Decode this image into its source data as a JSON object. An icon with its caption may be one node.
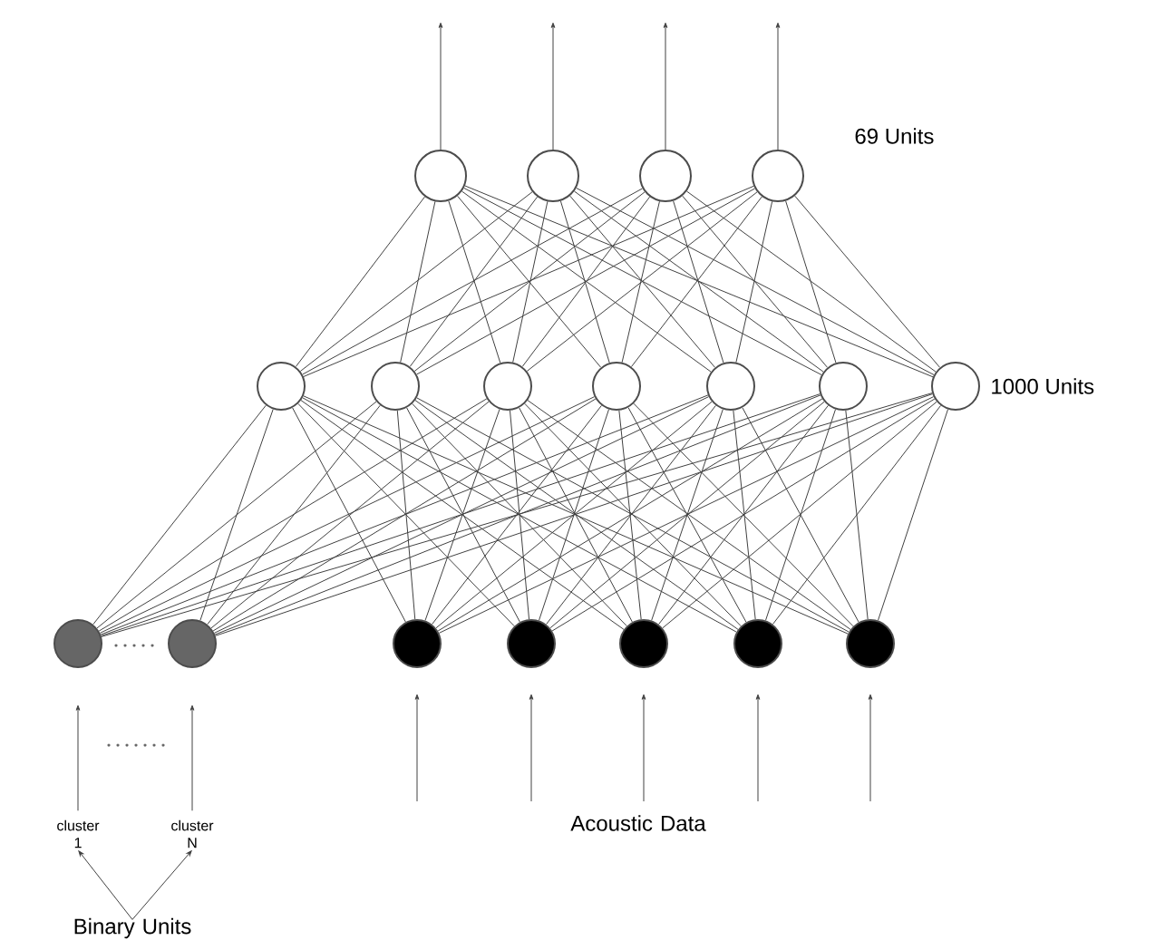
{
  "diagram": {
    "nodes": [
      {
        "text": [],
        "shape": "circle"
      },
      {
        "text": [],
        "shape": "circle"
      },
      {
        "text": [],
        "shape": "circle"
      },
      {
        "text": [],
        "shape": "circle"
      },
      {
        "text": [],
        "shape": "circle"
      },
      {
        "text": [],
        "shape": "circle"
      },
      {
        "text": [],
        "shape": "circle"
      },
      {
        "text": [],
        "shape": "circle"
      },
      {
        "text": [],
        "shape": "circle"
      },
      {
        "text": [],
        "shape": "circle"
      },
      {
        "text": [],
        "shape": "circle"
      },
      {
        "text": [],
        "shape": "circle"
      },
      {
        "text": [],
        "shape": "circle"
      },
      {
        "text": [],
        "shape": "circle"
      },
      {
        "text": [],
        "shape": "circle"
      },
      {
        "text": [],
        "shape": "circle"
      },
      {
        "text": [],
        "shape": "circle"
      },
      {
        "text": [],
        "shape": "circle"
      },
      {
        "text": [
          "cluster 1"
        ]
      },
      {
        "text": [
          "cluster N"
        ]
      },
      {
        "text": [
          "Binary Units"
        ]
      },
      {
        "text": [
          "Acoustic Data"
        ]
      }
    ],
    "edges": [
      {
        "from": 0,
        "to": null,
        "arrow": "to"
      },
      {
        "from": 1,
        "to": null,
        "arrow": "to"
      },
      {
        "from": 2,
        "to": null,
        "arrow": "to"
      },
      {
        "from": 3,
        "to": null,
        "arrow": "to"
      },
      {
        "from": 4,
        "to": 0,
        "arrow": "none"
      },
      {
        "from": 4,
        "to": 1,
        "arrow": "none"
      },
      {
        "from": 4,
        "to": 2,
        "arrow": "none"
      },
      {
        "from": 4,
        "to": 3,
        "arrow": "none"
      },
      {
        "from": 5,
        "to": 0,
        "arrow": "none"
      },
      {
        "from": 5,
        "to": 1,
        "arrow": "none"
      },
      {
        "from": 5,
        "to": 2,
        "arrow": "none"
      },
      {
        "from": 5,
        "to": 3,
        "arrow": "none"
      },
      {
        "from": 6,
        "to": 0,
        "arrow": "none"
      },
      {
        "from": 6,
        "to": 1,
        "arrow": "none"
      },
      {
        "from": 6,
        "to": 2,
        "arrow": "none"
      },
      {
        "from": 6,
        "to": 3,
        "arrow": "none"
      },
      {
        "from": 7,
        "to": 0,
        "arrow": "none"
      },
      {
        "from": 7,
        "to": 1,
        "arrow": "none"
      },
      {
        "from": 7,
        "to": 2,
        "arrow": "none"
      },
      {
        "from": 7,
        "to": 3,
        "arrow": "none"
      },
      {
        "from": 8,
        "to": 0,
        "arrow": "none"
      },
      {
        "from": 8,
        "to": 1,
        "arrow": "none"
      },
      {
        "from": 8,
        "to": 2,
        "arrow": "none"
      },
      {
        "from": 8,
        "to": 3,
        "arrow": "none"
      },
      {
        "from": 9,
        "to": 0,
        "arrow": "none"
      },
      {
        "from": 9,
        "to": 1,
        "arrow": "none"
      },
      {
        "from": 9,
        "to": 2,
        "arrow": "none"
      },
      {
        "from": 9,
        "to": 3,
        "arrow": "none"
      },
      {
        "from": 10,
        "to": 0,
        "arrow": "none"
      },
      {
        "from": 10,
        "to": 1,
        "arrow": "none"
      },
      {
        "from": 10,
        "to": 2,
        "arrow": "none"
      },
      {
        "from": 10,
        "to": 3,
        "arrow": "none"
      },
      {
        "from": 11,
        "to": 4,
        "arrow": "none"
      },
      {
        "from": 11,
        "to": 5,
        "arrow": "none"
      },
      {
        "from": 11,
        "to": 6,
        "arrow": "none"
      },
      {
        "from": 11,
        "to": 7,
        "arrow": "none"
      },
      {
        "from": 11,
        "to": 8,
        "arrow": "none"
      },
      {
        "from": 11,
        "to": 9,
        "arrow": "none"
      },
      {
        "from": 11,
        "to": 10,
        "arrow": "none"
      },
      {
        "from": 12,
        "to": 4,
        "arrow": "none"
      },
      {
        "from": 12,
        "to": 5,
        "arrow": "none"
      },
      {
        "from": 12,
        "to": 6,
        "arrow": "none"
      },
      {
        "from": 12,
        "to": 7,
        "arrow": "none"
      },
      {
        "from": 12,
        "to": 8,
        "arrow": "none"
      },
      {
        "from": 12,
        "to": 9,
        "arrow": "none"
      },
      {
        "from": 12,
        "to": 10,
        "arrow": "none"
      },
      {
        "from": 13,
        "to": 4,
        "arrow": "none"
      },
      {
        "from": 13,
        "to": 5,
        "arrow": "none"
      },
      {
        "from": 13,
        "to": 6,
        "arrow": "none"
      },
      {
        "from": 13,
        "to": 7,
        "arrow": "none"
      },
      {
        "from": 13,
        "to": 8,
        "arrow": "none"
      },
      {
        "from": 13,
        "to": 9,
        "arrow": "none"
      },
      {
        "from": 13,
        "to": 10,
        "arrow": "none"
      },
      {
        "from": 14,
        "to": 4,
        "arrow": "none"
      },
      {
        "from": 14,
        "to": 5,
        "arrow": "none"
      },
      {
        "from": 14,
        "to": 6,
        "arrow": "none"
      },
      {
        "from": 14,
        "to": 7,
        "arrow": "none"
      },
      {
        "from": 14,
        "to": 8,
        "arrow": "none"
      },
      {
        "from": 14,
        "to": 9,
        "arrow": "none"
      },
      {
        "from": 14,
        "to": 10,
        "arrow": "none"
      },
      {
        "from": 15,
        "to": 4,
        "arrow": "none"
      },
      {
        "from": 15,
        "to": 5,
        "arrow": "none"
      },
      {
        "from": 15,
        "to": 6,
        "arrow": "none"
      },
      {
        "from": 15,
        "to": 7,
        "arrow": "none"
      },
      {
        "from": 15,
        "to": 8,
        "arrow": "none"
      },
      {
        "from": 15,
        "to": 9,
        "arrow": "none"
      },
      {
        "from": 15,
        "to": 10,
        "arrow": "none"
      },
      {
        "from": 16,
        "to": 4,
        "arrow": "none"
      },
      {
        "from": 16,
        "to": 5,
        "arrow": "none"
      },
      {
        "from": 16,
        "to": 6,
        "arrow": "none"
      },
      {
        "from": 16,
        "to": 7,
        "arrow": "none"
      },
      {
        "from": 16,
        "to": 8,
        "arrow": "none"
      },
      {
        "from": 16,
        "to": 9,
        "arrow": "none"
      },
      {
        "from": 16,
        "to": 10,
        "arrow": "none"
      },
      {
        "from": 17,
        "to": 4,
        "arrow": "none"
      },
      {
        "from": 17,
        "to": 5,
        "arrow": "none"
      },
      {
        "from": 17,
        "to": 6,
        "arrow": "none"
      },
      {
        "from": 17,
        "to": 7,
        "arrow": "none"
      },
      {
        "from": 17,
        "to": 8,
        "arrow": "none"
      },
      {
        "from": 17,
        "to": 9,
        "arrow": "none"
      },
      {
        "from": 17,
        "to": 10,
        "arrow": "none"
      },
      {
        "from": null,
        "to": 13,
        "arrow": "to"
      },
      {
        "from": 21,
        "to": 14,
        "arrow": "to"
      },
      {
        "from": 21,
        "to": 15,
        "arrow": "to"
      },
      {
        "from": 21,
        "to": 16,
        "arrow": "to"
      },
      {
        "from": null,
        "to": 17,
        "arrow": "to"
      },
      {
        "from": 18,
        "to": 11,
        "arrow": "to"
      },
      {
        "from": 19,
        "to": 12,
        "arrow": "to"
      },
      {
        "from": 20,
        "to": 18,
        "arrow": "to"
      },
      {
        "from": 20,
        "to": 19,
        "arrow": "to"
      }
    ],
    "labels": [
      "69 Units",
      "1000 Units"
    ]
  }
}
